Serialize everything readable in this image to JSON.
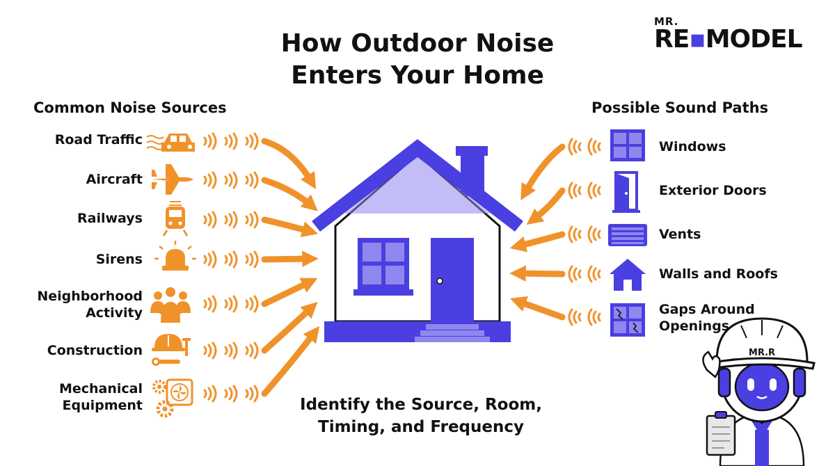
{
  "title": {
    "line1": "How Outdoor Noise",
    "line2": "Enters Your Home"
  },
  "logo": {
    "small": "MR.",
    "main_start": "RE",
    "main_end": "MODEL"
  },
  "sources": {
    "heading": "Common Noise Sources",
    "items": [
      {
        "label": "Road Traffic",
        "icon": "car-icon"
      },
      {
        "label": "Aircraft",
        "icon": "airplane-icon"
      },
      {
        "label": "Railways",
        "icon": "train-icon"
      },
      {
        "label": "Sirens",
        "icon": "siren-icon"
      },
      {
        "label_line1": "Neighborhood",
        "label_line2": "Activity",
        "icon": "people-icon"
      },
      {
        "label": "Construction",
        "icon": "hardhat-tools-icon"
      },
      {
        "label_line1": "Mechanical",
        "label_line2": "Equipment",
        "icon": "fan-gears-icon"
      }
    ]
  },
  "paths": {
    "heading": "Possible Sound Paths",
    "items": [
      {
        "label": "Windows",
        "icon": "window-icon"
      },
      {
        "label": "Exterior Doors",
        "icon": "door-icon"
      },
      {
        "label": "Vents",
        "icon": "vent-icon"
      },
      {
        "label": "Walls and Roofs",
        "icon": "house-icon"
      },
      {
        "label_line1": "Gaps Around",
        "label_line2": "Openings",
        "icon": "cracked-window-icon"
      }
    ]
  },
  "bottom": {
    "line1": "Identify the Source, Room,",
    "line2": "Timing, and Frequency"
  },
  "mascot": {
    "helmet_text": "MR.R"
  },
  "colors": {
    "accent": "#4a3fe0",
    "orange": "#f0922a",
    "text": "#111111"
  }
}
